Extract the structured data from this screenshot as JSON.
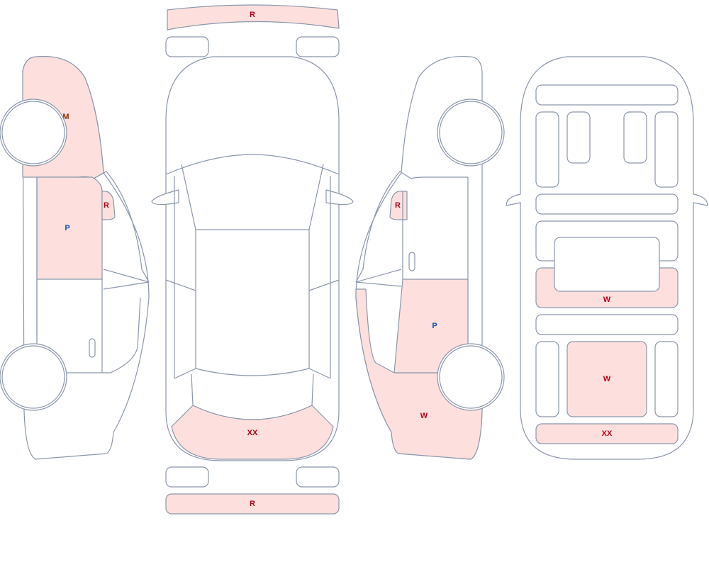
{
  "colors": {
    "outline": "#8a96aa",
    "damage_fill": "#fde0dd",
    "code_R": "#b0001a",
    "code_W": "#b0001a",
    "code_XX": "#b0001a",
    "code_M": "#8a3300",
    "code_P": "#1a4fbf"
  },
  "codes": {
    "top_rear_bumper": "R",
    "top_front_bumper": "R",
    "top_hood": "XX",
    "left_fender": "M",
    "left_mirror": "R",
    "left_front_door": "P",
    "right_mirror": "R",
    "right_rear_door": "P",
    "right_quarter": "W",
    "bottom_windshield": "W",
    "bottom_center_panel": "W",
    "bottom_front_bumper": "XX"
  }
}
